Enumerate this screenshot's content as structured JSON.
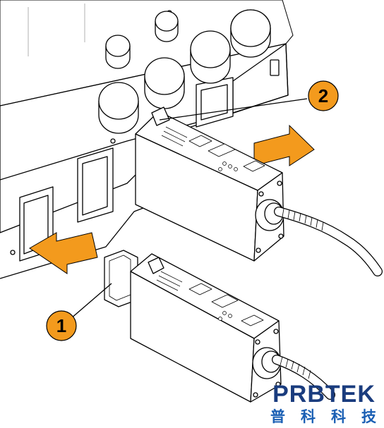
{
  "callouts": [
    {
      "label": "1"
    },
    {
      "label": "2"
    }
  ],
  "watermark": {
    "brand": "PRBTEK",
    "subtitle_chars": [
      "普",
      "科",
      "科",
      "技"
    ],
    "brand_color": "#1a3c7e",
    "subtitle_color": "#1a5fb4"
  },
  "colors": {
    "callout_fill": "#f39a1d",
    "arrow_fill": "#f39a1d",
    "line": "#000000"
  },
  "icons": [
    "oscilloscope-panel",
    "knob",
    "probe-module",
    "cable",
    "insert-arrow",
    "remove-arrow"
  ]
}
